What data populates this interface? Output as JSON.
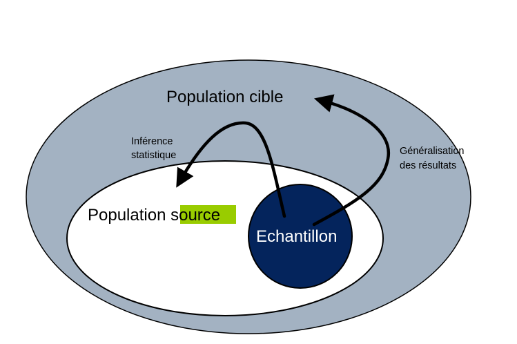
{
  "colors": {
    "target_population_fill": "#a3b2c2",
    "source_population_fill": "#ffffff",
    "sample_fill": "#04245c",
    "highlight": "#99cc00",
    "outline": "#000000"
  },
  "labels": {
    "target_population": "Population cible",
    "source_population_prefix": "Population ",
    "source_population_highlight": "source",
    "sample": "Echantillon",
    "inference_line1": "Inférence",
    "inference_line2": "statistique",
    "generalisation_line1": "Généralisation",
    "generalisation_line2": "des résultats"
  }
}
